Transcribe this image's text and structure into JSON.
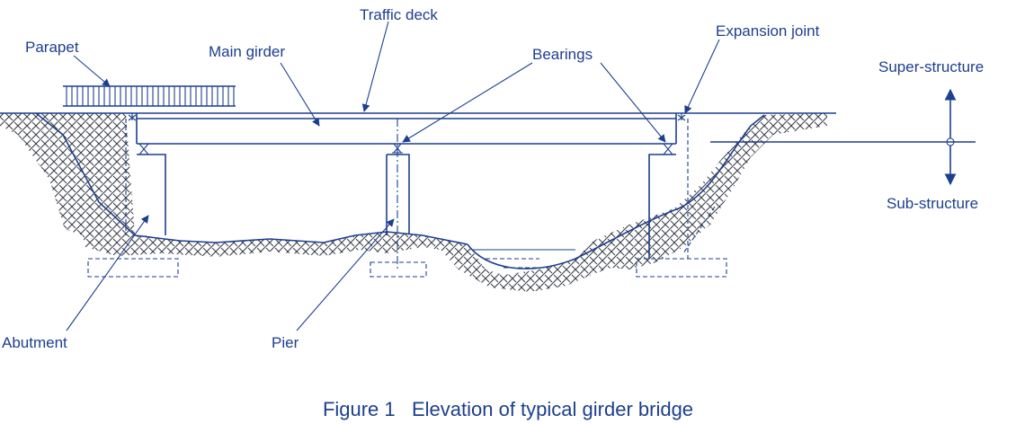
{
  "labels": {
    "traffic_deck": "Traffic deck",
    "parapet": "Parapet",
    "main_girder": "Main girder",
    "bearings": "Bearings",
    "expansion_joint": "Expansion joint",
    "super_structure": "Super-structure",
    "sub_structure": "Sub-structure",
    "abutment": "Abutment",
    "pier": "Pier"
  },
  "caption": "Figure 1   Elevation of typical girder bridge",
  "colors": {
    "ink": "#1d3f8f",
    "hatch": "#3b3f4a",
    "background": "#ffffff"
  }
}
